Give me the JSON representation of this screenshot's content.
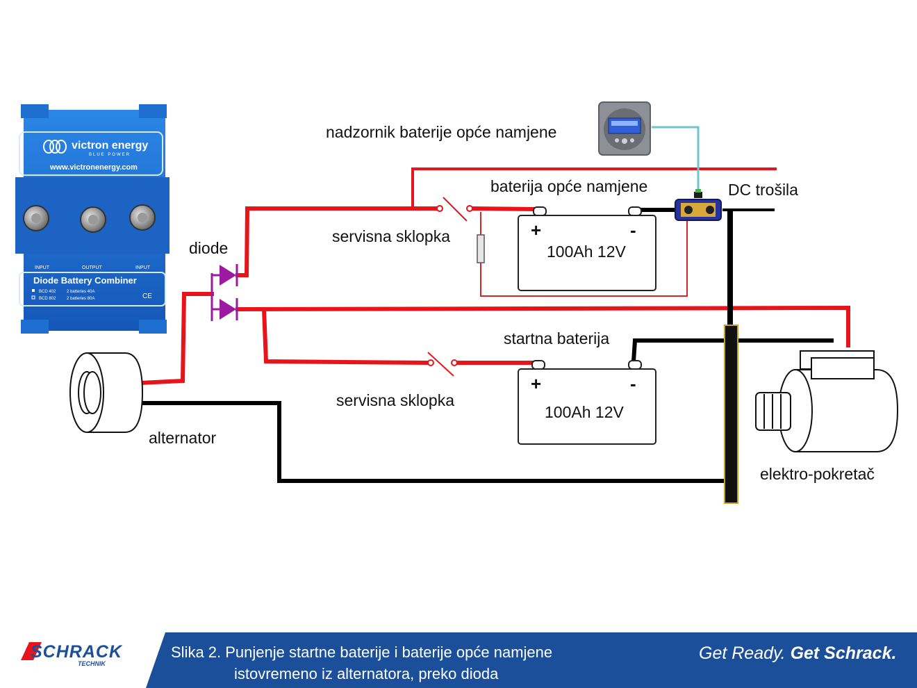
{
  "colors": {
    "positive_wire": "#e8141b",
    "negative_wire": "#000000",
    "monitor_wire": "#6fc4cf",
    "diode": "#9b1aa0",
    "brand_blue": "#1b4f9a",
    "combiner_blue": "#1f6fd1"
  },
  "combiner": {
    "brand": "victron energy",
    "tagline": "BLUE POWER",
    "url": "www.victronenergy.com",
    "terminals": [
      "INPUT",
      "OUTPUT",
      "INPUT"
    ],
    "title": "Diode Battery Combiner",
    "models": [
      {
        "model": "BCD 402",
        "spec": "2 batteries 40A"
      },
      {
        "model": "BCD 802",
        "spec": "2 batteries 80A"
      }
    ],
    "ce_mark": "CE"
  },
  "labels": {
    "monitor": "nadzornik baterije opće  namjene",
    "service_battery": "baterija opće namjene",
    "dc_loads": "DC trošila",
    "switch_top": "servisna sklopka",
    "diodes": "diode",
    "start_battery": "startna baterija",
    "switch_bottom": "servisna sklopka",
    "alternator": "alternator",
    "starter": "elektro-pokretač"
  },
  "batteries": [
    {
      "plus": "+",
      "minus": "-",
      "rating": "100Ah 12V"
    },
    {
      "plus": "+",
      "minus": "-",
      "rating": "100Ah 12V"
    }
  ],
  "footer": {
    "logo_main": "SCHRACK",
    "logo_sub": "TECHNIK",
    "caption_line1": "Slika 2. Punjenje startne baterije i baterije opće namjene",
    "caption_line2": "istovremeno iz alternatora, preko dioda",
    "slogan_light": "Get Ready.",
    "slogan_bold": "Get Schrack."
  }
}
